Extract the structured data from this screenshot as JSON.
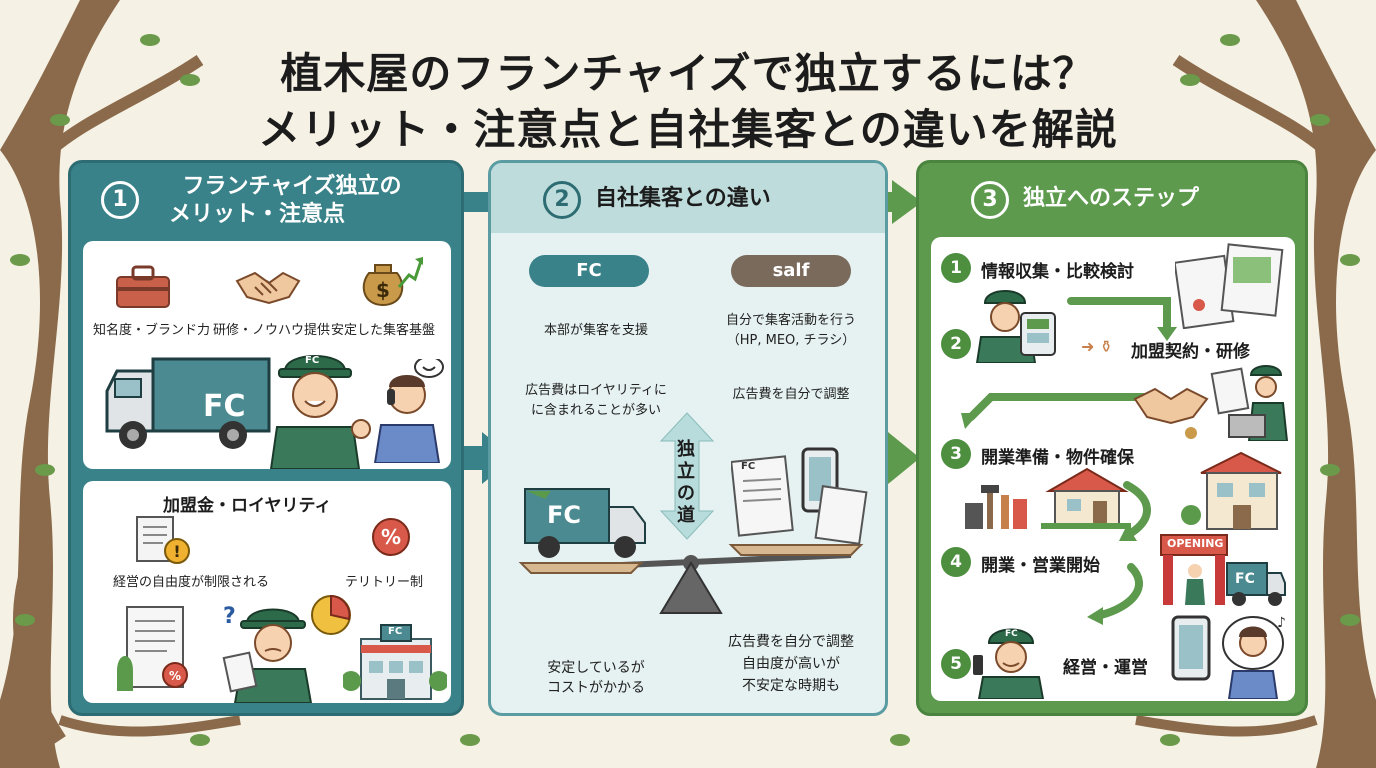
{
  "title": {
    "line1": "植木屋のフランチャイズで独立するには？",
    "line2": "メリット・注意点と自社集客との違いを解説"
  },
  "section1": {
    "number": "1",
    "title_line1": "フランチャイズ独立の",
    "title_line2": "メリット・注意点",
    "merits": [
      "知名度・ブランド力",
      "研修・ノウハウ提供",
      "安定した集客基盤"
    ],
    "truck_label": "FC",
    "cap_label": "FC",
    "caution_title": "加盟金・ロイヤリティ",
    "cautions": [
      "経営の自由度が制限される",
      "テリトリー制"
    ],
    "building_label": "FC"
  },
  "section2": {
    "number": "2",
    "title": "自社集客との違い",
    "fc_label": "FC",
    "self_label": "salf",
    "fc_point1": "本部が集客を支援",
    "fc_point2_line1": "広告費はロイヤリティに",
    "fc_point2_line2": "に含まれることが多い",
    "self_point1_line1": "自分で集客活動を行う",
    "self_point1_line2": "（HP, MEO, チラシ）",
    "self_point2": "広告費を自分で調整",
    "road_chars": [
      "独",
      "立",
      "の",
      "道"
    ],
    "scale_truck_label": "FC",
    "flyer_label": "FC",
    "fc_summary_line1": "安定しているが",
    "fc_summary_line2": "コストがかかる",
    "self_summary_line1": "広告費を自分で調整",
    "self_summary_line2": "自由度が高いが",
    "self_summary_line3": "不安定な時期も"
  },
  "section3": {
    "number": "3",
    "title": "独立へのステップ",
    "steps": [
      {
        "num": "1",
        "label": "情報収集・比較検討"
      },
      {
        "num": "2",
        "label": "加盟契約・研修"
      },
      {
        "num": "3",
        "label": "開業準備・物件確保"
      },
      {
        "num": "4",
        "label": "開業・営業開始"
      },
      {
        "num": "5",
        "label": "経営・運営"
      }
    ],
    "opening_sign": "OPENING",
    "truck_label": "FC",
    "cap_label": "FC"
  },
  "colors": {
    "teal": "#3a8289",
    "green": "#5d9a4e",
    "light_teal": "#e6f1f1",
    "self_brown": "#7a6a5c",
    "background": "#f5f1e4"
  }
}
